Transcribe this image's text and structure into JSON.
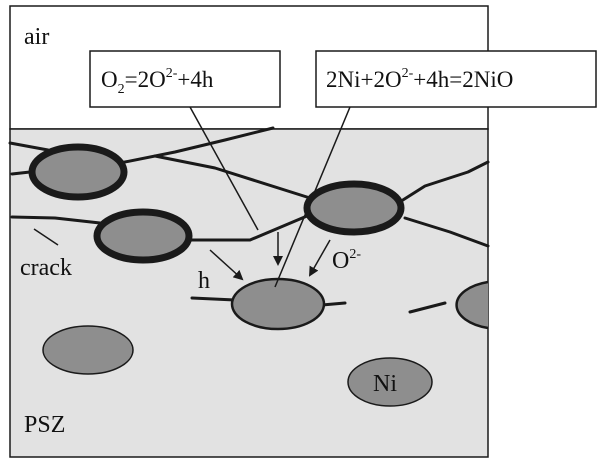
{
  "labels": {
    "air": "air",
    "crack": "crack",
    "psz": "PSZ",
    "ni": "Ni",
    "hole": "h",
    "oxide_ion": "O",
    "oxide_ion_charge": "2-"
  },
  "equations": {
    "left": {
      "parts": [
        "O",
        "2",
        "=2O",
        "2-",
        "+4h"
      ]
    },
    "right": {
      "parts": [
        "2Ni+2O",
        "2-",
        "+4h=2NiO"
      ]
    }
  },
  "colors": {
    "psz_fill": "#e2e2e2",
    "particle_fill": "#8e8e8e",
    "line": "#1a1a1a",
    "air_fill": "#ffffff"
  }
}
